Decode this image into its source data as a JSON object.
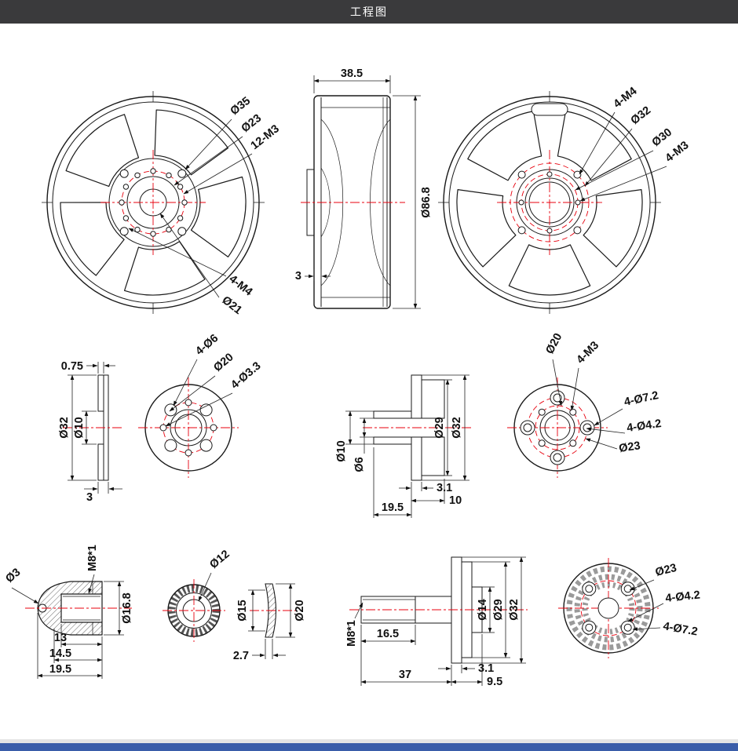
{
  "header": {
    "title": "工程图"
  },
  "colors": {
    "titlebar_bg": "#3a3a3c",
    "accent_bar": "#3a5da9",
    "centerline_red": "#e8000d",
    "line": "#1a1a1a"
  },
  "drawing": {
    "front": {
      "d35": "Ø35",
      "d23": "Ø23",
      "h12m3": "12-M3",
      "h4m4": "4-M4",
      "d21": "Ø21"
    },
    "side": {
      "w": "38.5",
      "d": "Ø86.8",
      "t": "3"
    },
    "back": {
      "h4m4": "4-M4",
      "d32": "Ø32",
      "d30": "Ø30",
      "h4m3": "4-M3"
    },
    "mount_sec": {
      "t075": "0.75",
      "d32": "Ø32",
      "d10": "Ø10",
      "t3": "3"
    },
    "mount_front": {
      "h4d6": "4-Ø6",
      "d20": "Ø20",
      "h4d33": "4-Ø3.3"
    },
    "adapter_sec": {
      "d10": "Ø10",
      "d6": "Ø6",
      "d29": "Ø29",
      "d32": "Ø32",
      "l31": "3.1",
      "l10": "10",
      "l195": "19.5"
    },
    "adapter_front": {
      "d20": "Ø20",
      "h4m3": "4-M3",
      "h4d72": "4-Ø7.2",
      "h4d42": "4-Ø4.2",
      "d23": "Ø23"
    },
    "spinner": {
      "d3": "Ø3",
      "m8": "M8*1",
      "d168": "Ø16.8",
      "l13": "13",
      "l145": "14.5",
      "l195": "19.5"
    },
    "nut_front": {
      "d12": "Ø12"
    },
    "nut_side": {
      "d15": "Ø15",
      "d20": "Ø20",
      "t27": "2.7"
    },
    "shaft": {
      "m8": "M8*1",
      "d14": "Ø14",
      "d29": "Ø29",
      "d32": "Ø32",
      "l165": "16.5",
      "l31": "3.1",
      "l37": "37",
      "l95": "9.5"
    },
    "disc": {
      "d23": "Ø23",
      "h4d42": "4-Ø4.2",
      "h4d72": "4-Ø7.2"
    }
  }
}
